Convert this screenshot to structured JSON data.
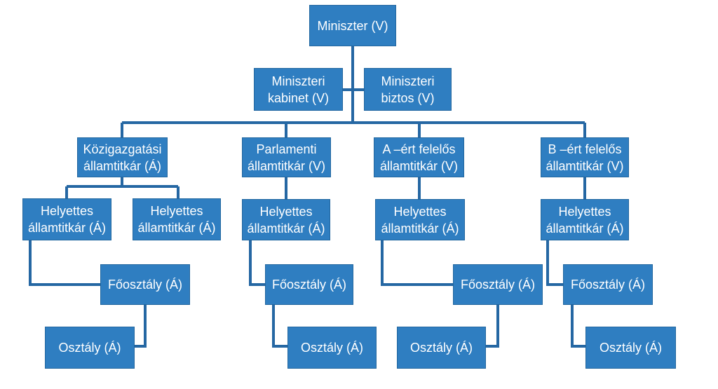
{
  "colors": {
    "box_fill": "#2f7ec1",
    "box_border": "#23679f",
    "connector": "#2567a3",
    "text": "#ffffff",
    "background": "#ffffff"
  },
  "nodes": {
    "minister": "Miniszter (V)",
    "cabinet": "Miniszteri\nkabinet (V)",
    "commissioner": "Miniszteri\nbiztos (V)",
    "admin_secretary": "Közigazgatási\nállamtitkár (Á)",
    "parl_secretary": "Parlamenti\nállamtitkár (V)",
    "a_secretary": "A –ért felelős\nállamtitkár (V)",
    "b_secretary": "B –ért felelős\nállamtitkár (V)",
    "deputy_1": "Helyettes\nállamtitkár (Á)",
    "deputy_2": "Helyettes\nállamtitkár (Á)",
    "deputy_3": "Helyettes\nállamtitkár (Á)",
    "deputy_4": "Helyettes\nállamtitkár (Á)",
    "deputy_5": "Helyettes\nállamtitkár (Á)",
    "dept_1": "Főosztály (Á)",
    "dept_2": "Főosztály (Á)",
    "dept_3": "Főosztály (Á)",
    "dept_4": "Főosztály (Á)",
    "unit_1": "Osztály (Á)",
    "unit_2": "Osztály (Á)",
    "unit_3": "Osztály (Á)",
    "unit_4": "Osztály (Á)"
  }
}
